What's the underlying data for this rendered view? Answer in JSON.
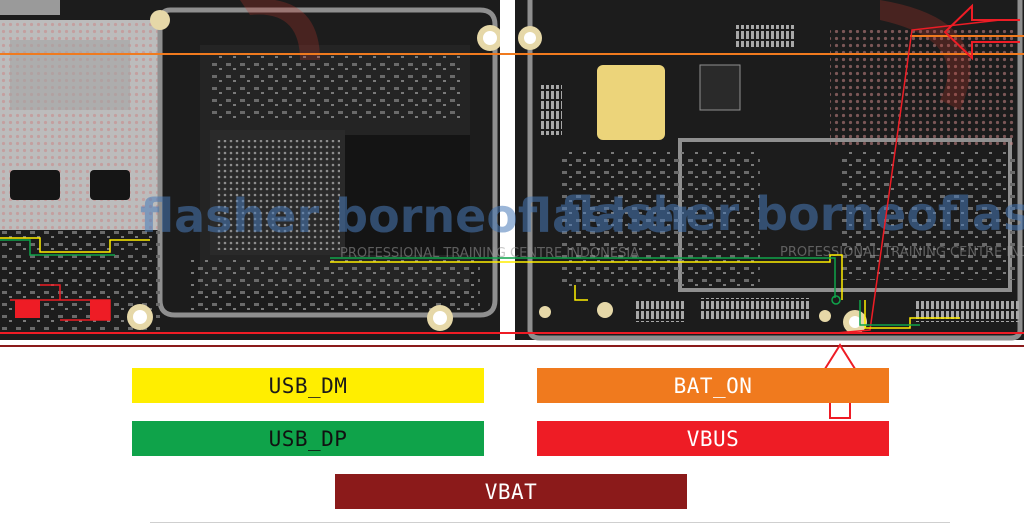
{
  "watermark": {
    "brand": "borneoflasher",
    "tagline": "PROFESSIONAL TRAINING CENTRE INDONESIA"
  },
  "legend": [
    {
      "id": "usb-dm",
      "label": "USB_DM",
      "color": "#ffee00",
      "text_color": "#1a1a1a"
    },
    {
      "id": "bat-on",
      "label": "BAT_ON",
      "color": "#f07a1e",
      "text_color": "#ffffff"
    },
    {
      "id": "usb-dp",
      "label": "USB_DP",
      "color": "#0fa34a",
      "text_color": "#111111"
    },
    {
      "id": "vbus",
      "label": "VBUS",
      "color": "#ee1c25",
      "text_color": "#ffffff"
    },
    {
      "id": "vbat",
      "label": "VBAT",
      "color": "#8b1a1a",
      "text_color": "#ffffff"
    }
  ]
}
